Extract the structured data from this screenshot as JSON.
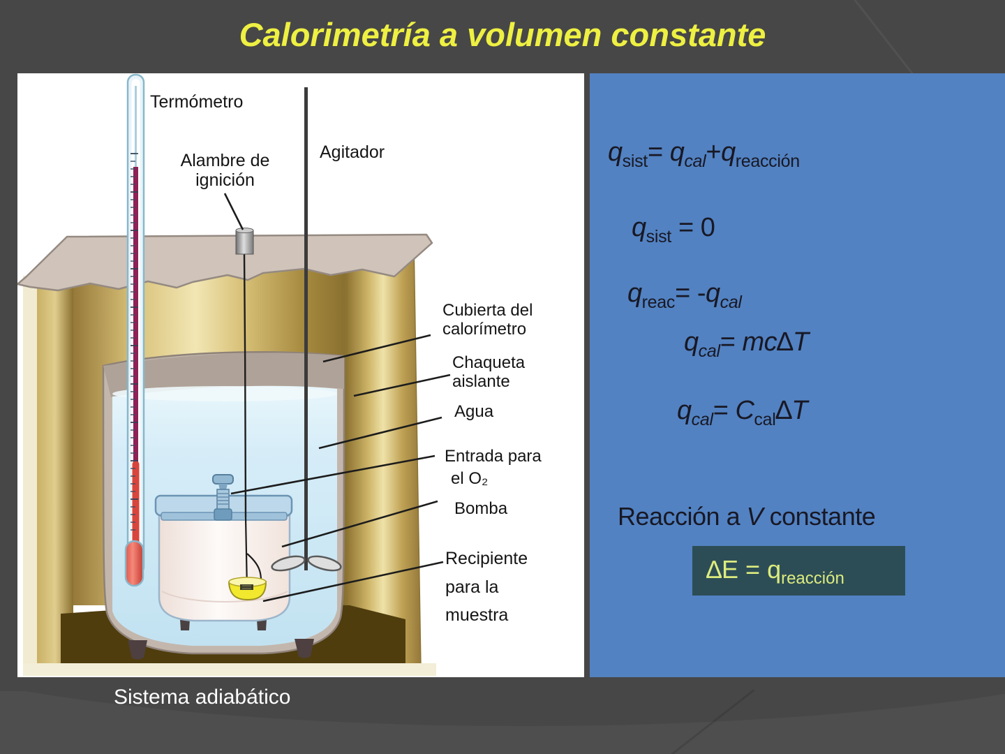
{
  "slide": {
    "title": "Calorimetría a volumen constante",
    "footer": "Sistema adiabático"
  },
  "colors": {
    "background": "#474747",
    "title_yellow": "#eef042",
    "panel_blue": "#5282c2",
    "diagram_bg": "#ffffff",
    "equation_text": "#181824",
    "result_box_teal": "#2d4d56",
    "result_box_text": "#dcec7e",
    "footer_text": "#ffffff"
  },
  "diagram": {
    "labels": {
      "termometro": "Termómetro",
      "alambre": [
        "Alambre de",
        "ignición"
      ],
      "agitador": "Agitador",
      "cubierta": [
        "Cubierta del",
        "calorímetro"
      ],
      "chaqueta": [
        "Chaqueta",
        "aislante"
      ],
      "agua": "Agua",
      "entrada": [
        "Entrada para",
        "el O₂"
      ],
      "bomba": "Bomba",
      "recipiente": [
        "Recipiente",
        "para la",
        "muestra"
      ]
    }
  },
  "formulas": {
    "eq1": {
      "q1": "q",
      "s1": "sist",
      "m1": "= ",
      "q2": "q",
      "s2": "cal",
      "m2": "+",
      "q3": "q",
      "s3": "reacción"
    },
    "eq2": {
      "q1": "q",
      "s1": "sist",
      "m1": " = 0"
    },
    "eq3": {
      "q1": "q",
      "s1": "reac",
      "m1": "= -",
      "q2": "q",
      "s2": "cal"
    },
    "eq4": {
      "q1": "q",
      "s1": "cal",
      "m1": "= ",
      "i1": "mc",
      "d": "∆",
      "i2": "T"
    },
    "eq5": {
      "q1": "q",
      "s1": "cal",
      "m1": "= ",
      "c": "C",
      "s2": "cal",
      "d": "∆",
      "i2": "T"
    },
    "reaccion": {
      "t1": "Reacción a ",
      "v": "V",
      "t2": " constante"
    },
    "box": {
      "t1": "∆E = q",
      "s1": "reacción"
    }
  }
}
